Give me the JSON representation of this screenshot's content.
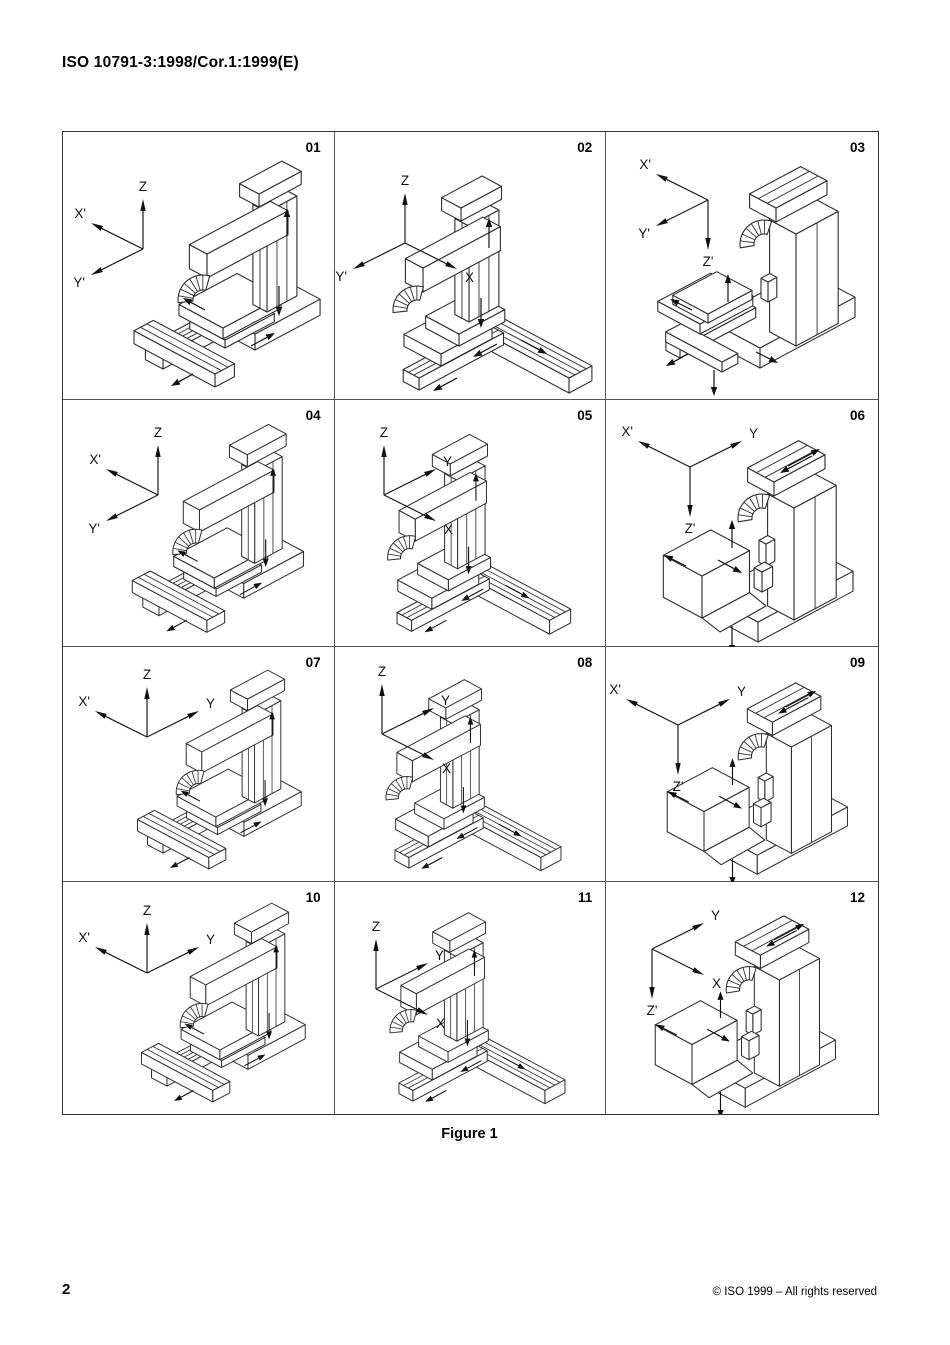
{
  "page": {
    "header": "ISO 10791-3:1998/Cor.1:1999(E)",
    "figure_caption": "Figure 1",
    "page_number": "2",
    "copyright": "© ISO 1999 – All rights reserved"
  },
  "figure": {
    "panels": [
      {
        "number": "01",
        "machine": "column-head-with-cross-table",
        "axes": [
          {
            "label": "Z",
            "dir": "up"
          },
          {
            "label": "X'",
            "dir": "upper-left"
          },
          {
            "label": "Y'",
            "dir": "lower-left"
          }
        ]
      },
      {
        "number": "02",
        "machine": "column-on-cross-bed-with-side-table",
        "axes": [
          {
            "label": "Z",
            "dir": "up"
          },
          {
            "label": "Y'",
            "dir": "lower-left"
          },
          {
            "label": "X",
            "dir": "lower-right"
          }
        ]
      },
      {
        "number": "03",
        "machine": "fixed-column-with-cross-slide-table",
        "axes": [
          {
            "label": "X'",
            "dir": "upper-left"
          },
          {
            "label": "Y'",
            "dir": "lower-left"
          },
          {
            "label": "Z'",
            "dir": "down"
          }
        ]
      },
      {
        "number": "04",
        "machine": "column-head-with-cross-table",
        "axes": [
          {
            "label": "Z",
            "dir": "up"
          },
          {
            "label": "X'",
            "dir": "upper-left"
          },
          {
            "label": "Y'",
            "dir": "lower-left"
          }
        ]
      },
      {
        "number": "05",
        "machine": "column-on-cross-bed-with-side-table",
        "axes": [
          {
            "label": "Z",
            "dir": "up"
          },
          {
            "label": "Y",
            "dir": "upper-right"
          },
          {
            "label": "X",
            "dir": "lower-right"
          }
        ]
      },
      {
        "number": "06",
        "machine": "fixed-column-with-box-table",
        "axes": [
          {
            "label": "X'",
            "dir": "upper-left"
          },
          {
            "label": "Y",
            "dir": "upper-right"
          },
          {
            "label": "Z'",
            "dir": "down"
          }
        ]
      },
      {
        "number": "07",
        "machine": "column-head-with-cross-table",
        "axes": [
          {
            "label": "Z",
            "dir": "up"
          },
          {
            "label": "X'",
            "dir": "upper-left"
          },
          {
            "label": "Y",
            "dir": "upper-right"
          }
        ]
      },
      {
        "number": "08",
        "machine": "column-on-cross-bed-with-side-table",
        "axes": [
          {
            "label": "Z",
            "dir": "up"
          },
          {
            "label": "Y",
            "dir": "upper-right"
          },
          {
            "label": "X",
            "dir": "lower-right"
          }
        ]
      },
      {
        "number": "09",
        "machine": "fixed-column-with-box-table",
        "axes": [
          {
            "label": "X'",
            "dir": "upper-left"
          },
          {
            "label": "Y",
            "dir": "upper-right"
          },
          {
            "label": "Z'",
            "dir": "down"
          }
        ]
      },
      {
        "number": "10",
        "machine": "column-head-with-cross-table",
        "axes": [
          {
            "label": "Z",
            "dir": "up"
          },
          {
            "label": "X'",
            "dir": "upper-left"
          },
          {
            "label": "Y",
            "dir": "upper-right"
          }
        ]
      },
      {
        "number": "11",
        "machine": "column-on-cross-bed-with-side-table",
        "axes": [
          {
            "label": "Z",
            "dir": "up"
          },
          {
            "label": "Y",
            "dir": "upper-right"
          },
          {
            "label": "X",
            "dir": "lower-right"
          }
        ]
      },
      {
        "number": "12",
        "machine": "fixed-column-with-box-table",
        "axes": [
          {
            "label": "Y",
            "dir": "upper-right"
          },
          {
            "label": "X",
            "dir": "lower-right"
          },
          {
            "label": "Z'",
            "dir": "down"
          }
        ]
      }
    ]
  }
}
